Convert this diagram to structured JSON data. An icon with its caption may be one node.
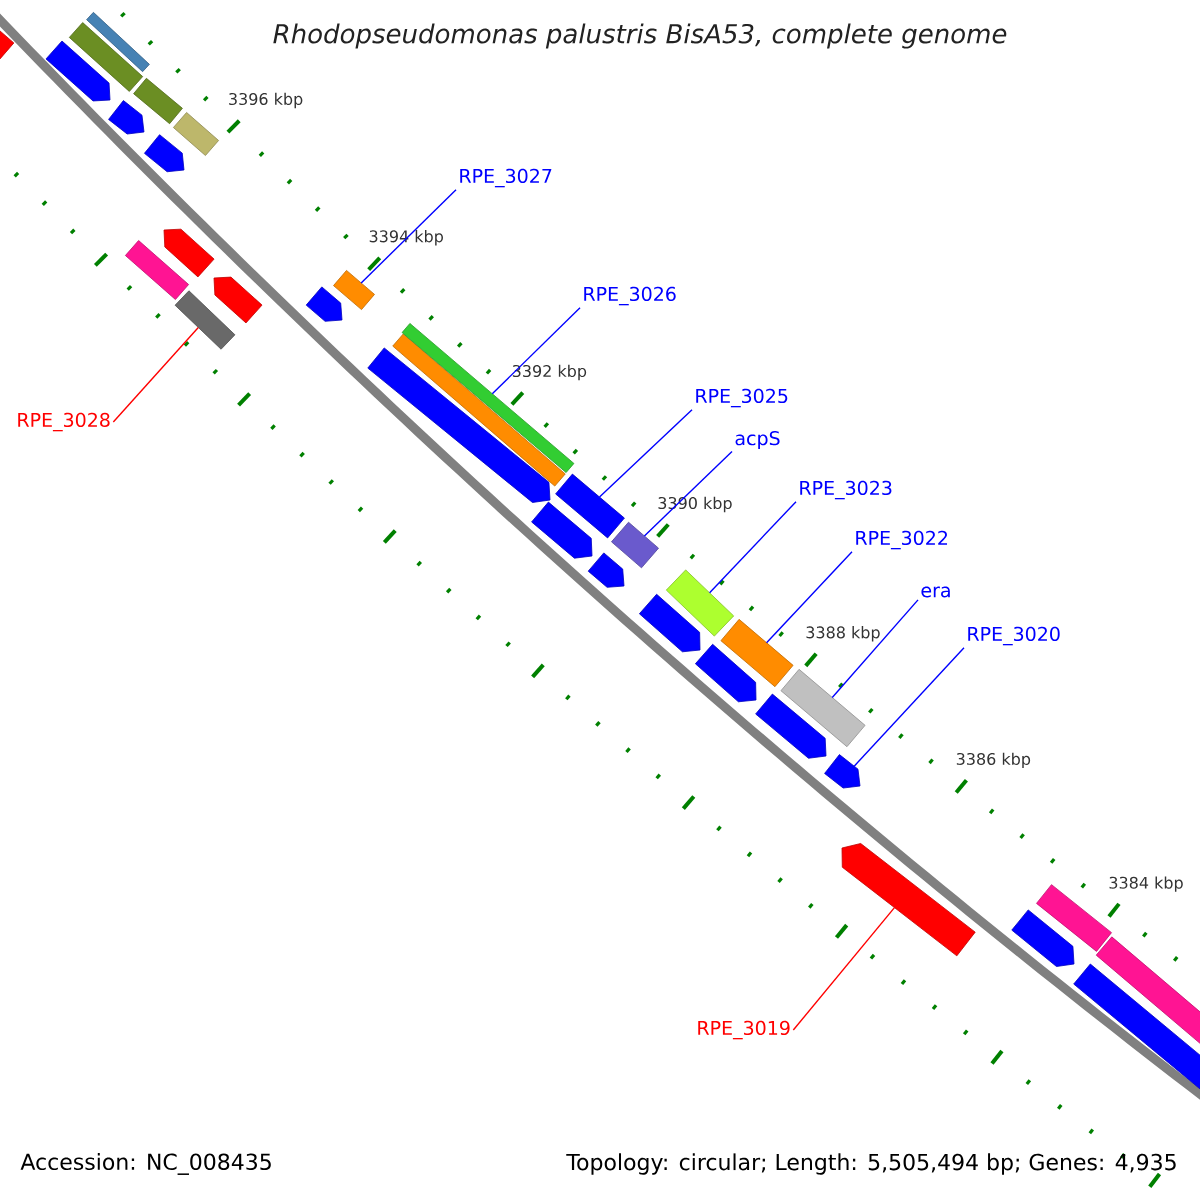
{
  "diagram": {
    "title": "Rhodopseudomonas palustris BisA53, complete genome",
    "nodes": [
      {
        "text": [
          "RPE_3027"
        ]
      },
      {
        "text": [
          "RPE_3026"
        ]
      },
      {
        "text": [
          "RPE_3025"
        ]
      },
      {
        "text": [
          "RPE_3028"
        ]
      },
      {
        "text": [
          "acpS"
        ]
      },
      {
        "text": [
          "RPE_3023"
        ]
      },
      {
        "text": [
          "RPE_3022"
        ]
      },
      {
        "text": [
          "era"
        ]
      },
      {
        "text": [
          "RPE_3020"
        ]
      },
      {
        "text": [
          "RPE_3019"
        ]
      },
      {
        "text": [],
        "shape": "bar"
      },
      {
        "text": [],
        "shape": "bar"
      },
      {
        "text": [],
        "shape": "bar"
      },
      {
        "text": [],
        "shape": "bar"
      },
      {
        "text": [],
        "shape": "bar"
      },
      {
        "text": [],
        "shape": "bar"
      },
      {
        "text": [],
        "shape": "bar"
      },
      {
        "text": [],
        "shape": "bar"
      },
      {
        "text": [],
        "shape": "bar"
      },
      {
        "text": [],
        "shape": "bar"
      },
      {
        "text": [],
        "shape": "bar"
      },
      {
        "text": [],
        "shape": "bar"
      },
      {
        "text": [],
        "shape": "bar"
      },
      {
        "text": [],
        "shape": "bar"
      },
      {
        "text": [],
        "shape": "bar"
      },
      {
        "text": [],
        "shape": "bar"
      },
      {
        "text": [],
        "shape": "bar"
      },
      {
        "text": [],
        "shape": "bar"
      },
      {
        "text": [],
        "shape": "bar"
      },
      {
        "text": [],
        "shape": "bar"
      },
      {
        "text": [],
        "shape": "bar"
      },
      {
        "text": [],
        "shape": "bar"
      },
      {
        "text": [],
        "shape": "bar"
      },
      {
        "text": [],
        "shape": "bar"
      },
      {
        "text": [],
        "shape": "bar"
      },
      {
        "text": [],
        "shape": "bar"
      },
      {
        "text": [],
        "shape": "bar"
      },
      {
        "text": [],
        "shape": "bar"
      },
      {
        "text": [],
        "shape": "bar"
      },
      {
        "text": [],
        "shape": "bar"
      },
      {
        "text": [],
        "shape": "bar"
      },
      {
        "text": [],
        "shape": "bar"
      },
      {
        "text": [],
        "shape": "bar"
      }
    ],
    "edges": [
      {
        "from": 0,
        "to": 23,
        "arrow": "none"
      },
      {
        "from": 1,
        "to": 26,
        "arrow": "none"
      },
      {
        "from": 2,
        "to": 28,
        "arrow": "none"
      },
      {
        "from": 3,
        "to": 20,
        "arrow": "none",
        "color": "#ff0000"
      },
      {
        "from": 4,
        "to": 30,
        "arrow": "none"
      },
      {
        "from": 5,
        "to": 32,
        "arrow": "none"
      },
      {
        "from": 6,
        "to": 34,
        "arrow": "none"
      },
      {
        "from": 7,
        "to": 36,
        "arrow": "none"
      },
      {
        "from": 8,
        "to": 37,
        "arrow": "none"
      },
      {
        "from": 9,
        "to": 38,
        "arrow": "none",
        "color": "#ff0000"
      }
    ],
    "labels": [
      "3396 kbp",
      "3394 kbp",
      "3392 kbp",
      "3390 kbp",
      "3388 kbp",
      "3386 kbp",
      "3384 kbp",
      "Accession: NC_008435",
      "Topology: circular; Length: 5,505,494 bp; Genes: 4,935"
    ]
  }
}
